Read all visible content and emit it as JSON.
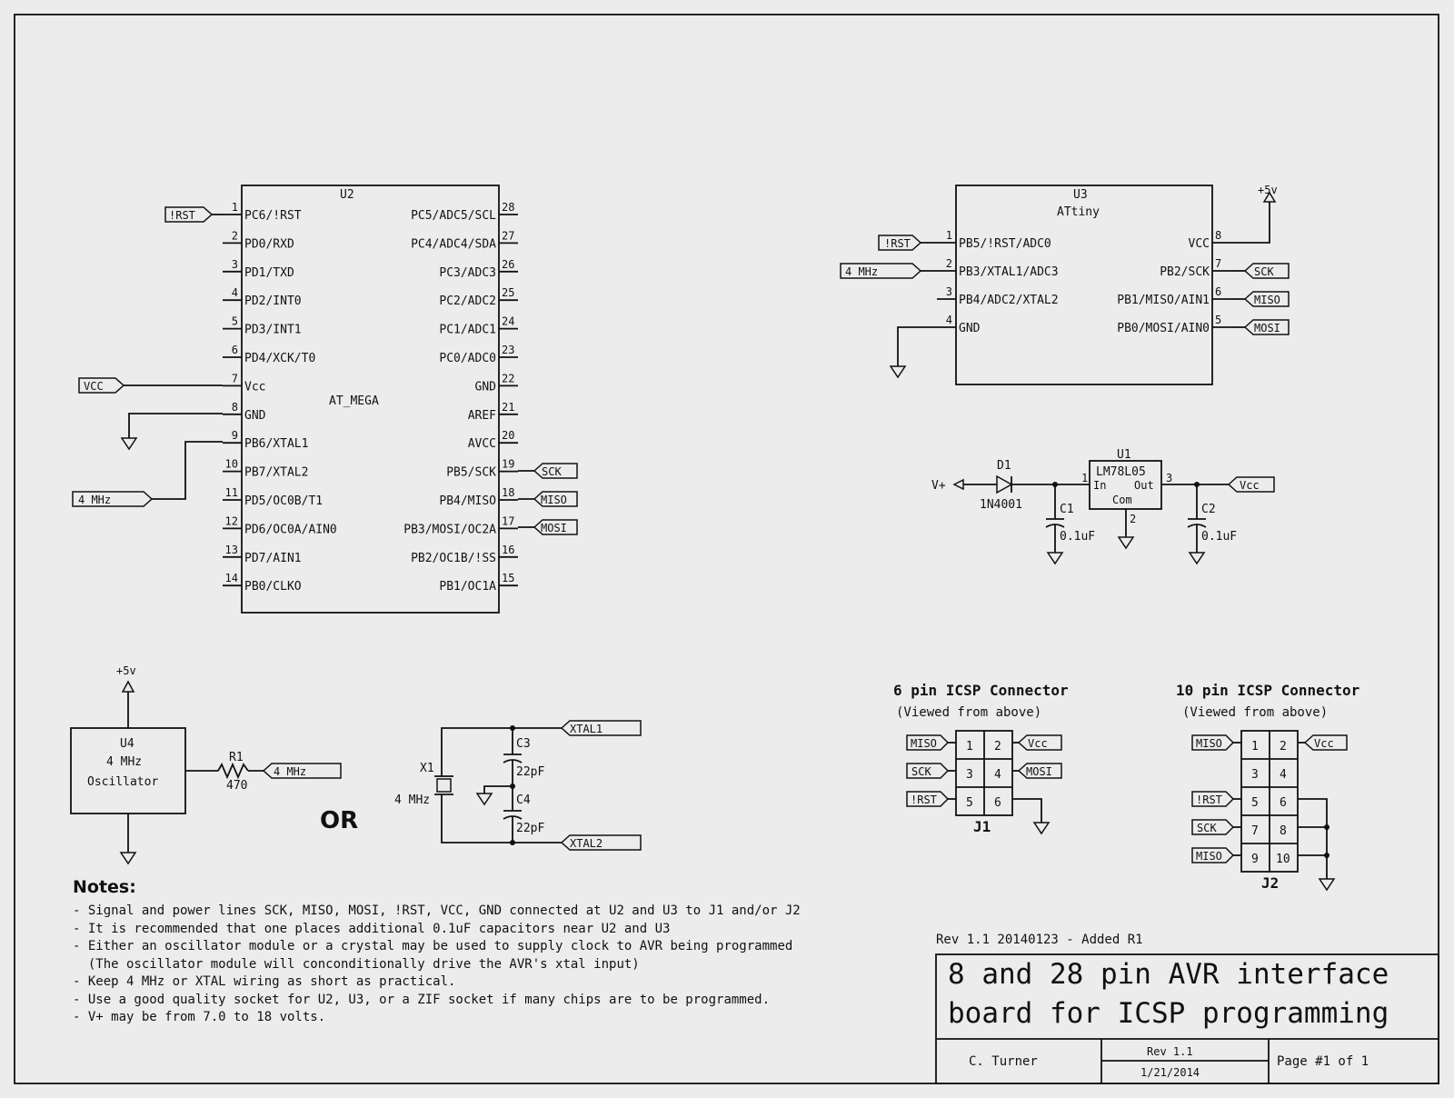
{
  "u2": {
    "ref": "U2",
    "name": "AT_MEGA",
    "left_pins": [
      {
        "num": "1",
        "name": "PC6/!RST"
      },
      {
        "num": "2",
        "name": "PD0/RXD"
      },
      {
        "num": "3",
        "name": "PD1/TXD"
      },
      {
        "num": "4",
        "name": "PD2/INT0"
      },
      {
        "num": "5",
        "name": "PD3/INT1"
      },
      {
        "num": "6",
        "name": "PD4/XCK/T0"
      },
      {
        "num": "7",
        "name": "Vcc"
      },
      {
        "num": "8",
        "name": "GND"
      },
      {
        "num": "9",
        "name": "PB6/XTAL1"
      },
      {
        "num": "10",
        "name": "PB7/XTAL2"
      },
      {
        "num": "11",
        "name": "PD5/OC0B/T1"
      },
      {
        "num": "12",
        "name": "PD6/OC0A/AIN0"
      },
      {
        "num": "13",
        "name": "PD7/AIN1"
      },
      {
        "num": "14",
        "name": "PB0/CLKO"
      }
    ],
    "right_pins": [
      {
        "num": "28",
        "name": "PC5/ADC5/SCL"
      },
      {
        "num": "27",
        "name": "PC4/ADC4/SDA"
      },
      {
        "num": "26",
        "name": "PC3/ADC3"
      },
      {
        "num": "25",
        "name": "PC2/ADC2"
      },
      {
        "num": "24",
        "name": "PC1/ADC1"
      },
      {
        "num": "23",
        "name": "PC0/ADC0"
      },
      {
        "num": "22",
        "name": "GND"
      },
      {
        "num": "21",
        "name": "AREF"
      },
      {
        "num": "20",
        "name": "AVCC"
      },
      {
        "num": "19",
        "name": "PB5/SCK"
      },
      {
        "num": "18",
        "name": "PB4/MISO"
      },
      {
        "num": "17",
        "name": "PB3/MOSI/OC2A"
      },
      {
        "num": "16",
        "name": "PB2/OC1B/!SS"
      },
      {
        "num": "15",
        "name": "PB1/OC1A"
      }
    ],
    "net_rst": "!RST",
    "net_vcc": "VCC",
    "net_4mhz": "4 MHz",
    "net_sck": "SCK",
    "net_miso": "MISO",
    "net_mosi": "MOSI"
  },
  "u3": {
    "ref": "U3",
    "name": "ATtiny",
    "left_pins": [
      {
        "num": "1",
        "name": "PB5/!RST/ADC0"
      },
      {
        "num": "2",
        "name": "PB3/XTAL1/ADC3"
      },
      {
        "num": "3",
        "name": "PB4/ADC2/XTAL2"
      },
      {
        "num": "4",
        "name": "GND"
      }
    ],
    "right_pins": [
      {
        "num": "8",
        "name": "VCC"
      },
      {
        "num": "7",
        "name": "PB2/SCK"
      },
      {
        "num": "6",
        "name": "PB1/MISO/AIN1"
      },
      {
        "num": "5",
        "name": "PB0/MOSI/AIN0"
      }
    ],
    "power": "+5v",
    "net_rst": "!RST",
    "net_4mhz": "4 MHz",
    "net_sck": "SCK",
    "net_miso": "MISO",
    "net_mosi": "MOSI"
  },
  "regulator": {
    "vplus": "V+",
    "d1_ref": "D1",
    "d1_part": "1N4001",
    "u1_ref": "U1",
    "u1_part": "LM78L05",
    "pin_in": "In",
    "pin_out": "Out",
    "pin_com": "Com",
    "pin1": "1",
    "pin2": "2",
    "pin3": "3",
    "c1_ref": "C1",
    "c1_val": "0.1uF",
    "c2_ref": "C2",
    "c2_val": "0.1uF",
    "net_vcc": "Vcc"
  },
  "osc": {
    "power": "+5v",
    "u4_ref": "U4",
    "u4_line1": "4 MHz",
    "u4_line2": "Oscillator",
    "r1_ref": "R1",
    "r1_val": "470",
    "net_4mhz": "4 MHz",
    "or_label": "OR"
  },
  "crystal": {
    "x1_ref": "X1",
    "x1_val": "4 MHz",
    "c3_ref": "C3",
    "c3_val": "22pF",
    "c4_ref": "C4",
    "c4_val": "22pF",
    "net_xtal1": "XTAL1",
    "net_xtal2": "XTAL2"
  },
  "j1": {
    "title": "6 pin ICSP Connector",
    "subtitle": "(Viewed from above)",
    "ref": "J1",
    "pins": [
      "1",
      "2",
      "3",
      "4",
      "5",
      "6"
    ],
    "net_miso": "MISO",
    "net_vcc": "Vcc",
    "net_sck": "SCK",
    "net_mosi": "MOSI",
    "net_rst": "!RST"
  },
  "j2": {
    "title": "10 pin ICSP Connector",
    "subtitle": "(Viewed from above)",
    "ref": "J2",
    "pins": [
      "1",
      "2",
      "3",
      "4",
      "5",
      "6",
      "7",
      "8",
      "9",
      "10"
    ],
    "net_miso_top": "MISO",
    "net_vcc": "Vcc",
    "net_rst": "!RST",
    "net_sck": "SCK",
    "net_miso_bottom": "MISO"
  },
  "notes": {
    "heading": "Notes:",
    "lines": [
      "- Signal and power lines SCK, MISO, MOSI, !RST, VCC, GND connected at U2 and U3 to J1 and/or J2",
      "- It is recommended that one places additional 0.1uF capacitors near U2 and U3",
      "- Either an oscillator module or a crystal may be used to supply clock to AVR being programmed",
      "  (The oscillator module will conconditionally drive the AVR's xtal input)",
      "- Keep 4 MHz or XTAL wiring as short as practical.",
      "- Use a good quality socket for U2, U3, or a ZIF socket if many chips are to be programmed.",
      "- V+ may be from 7.0 to 18 volts."
    ]
  },
  "title_block": {
    "revision_note": "Rev 1.1 20140123 - Added R1",
    "title_line1": "8 and 28 pin AVR interface",
    "title_line2": "board for ICSP programming",
    "author": "C. Turner",
    "rev": "Rev 1.1",
    "date": "1/21/2014",
    "page": "Page #1 of 1"
  }
}
